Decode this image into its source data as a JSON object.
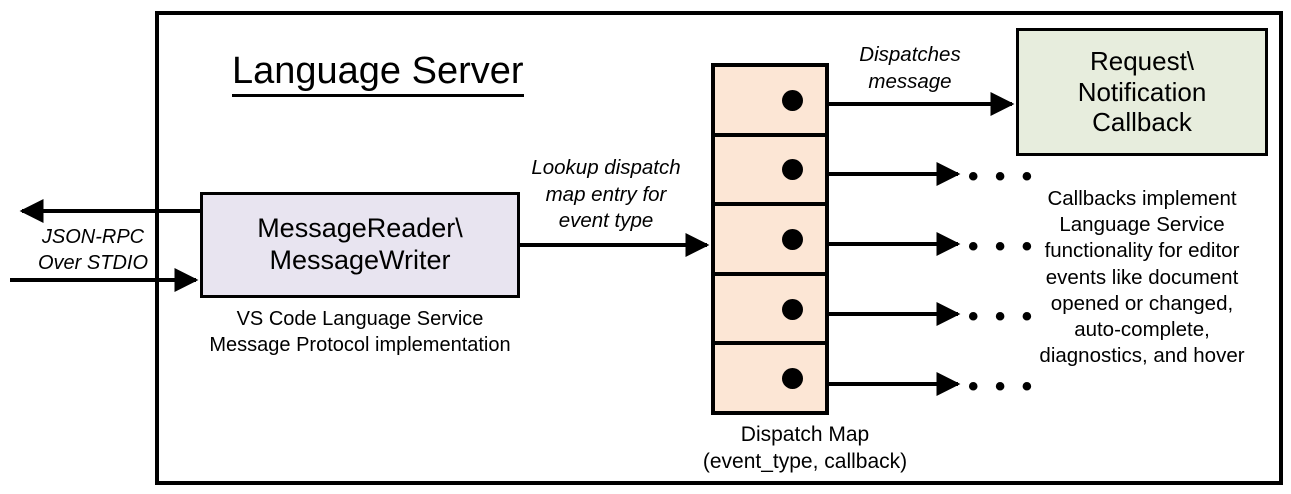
{
  "diagram": {
    "title": "Language Server",
    "frame_label": "language-server-boundary",
    "colors": {
      "reader_fill": "#E8E4F0",
      "map_fill": "#FCE6D5",
      "callback_fill": "#E7EDDD",
      "stroke": "#000000",
      "background": "#FFFFFF"
    }
  },
  "nodes": {
    "reader": {
      "label": "MessageReader\\\nMessageWriter",
      "line1": "MessageReader\\",
      "line2": "MessageWriter",
      "caption_line1": "VS Code Language Service",
      "caption_line2": "Message Protocol implementation"
    },
    "dispatch_map": {
      "caption_line1": "Dispatch Map",
      "caption_line2": "(event_type, callback)",
      "cell_count": 5,
      "entry_dot_label": "callback-entry-dot"
    },
    "callback": {
      "line1": "Request\\",
      "line2": "Notification",
      "line3": "Callback",
      "caption": "Callbacks implement Language Service functionality for editor events like document opened or changed, auto-complete, diagnostics, and hover",
      "caption_lines": [
        "Callbacks implement",
        "Language Service",
        "functionality for editor",
        "events like document",
        "opened or changed,",
        "auto-complete,",
        "diagnostics, and hover"
      ]
    }
  },
  "edges": {
    "jsonrpc": {
      "line1": "JSON-RPC",
      "line2": "Over STDIO"
    },
    "lookup": {
      "line1": "Lookup dispatch",
      "line2": "map entry for",
      "line3": "event type"
    },
    "dispatches": {
      "line1": "Dispatches",
      "line2": "message"
    },
    "ellipsis": "• • •",
    "ellipsis_count": 4
  }
}
